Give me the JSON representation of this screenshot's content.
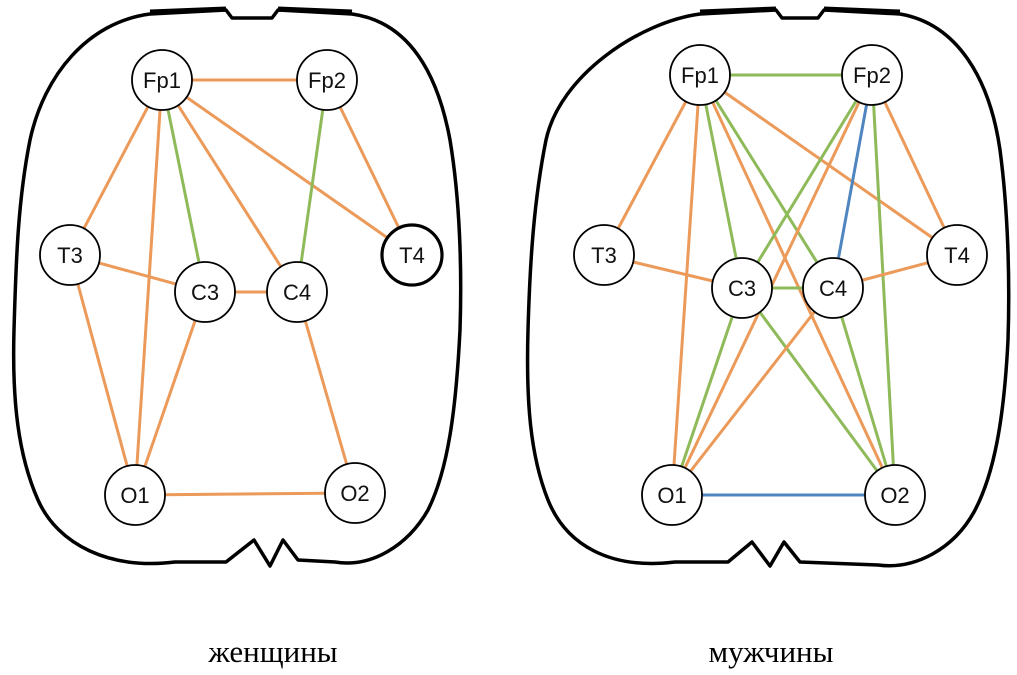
{
  "colors": {
    "orange": "#ec9a5a",
    "green": "#8fba5a",
    "blue": "#4f86c0",
    "outline": "#000000",
    "node_fill": "#ffffff"
  },
  "panels": [
    {
      "id": "left",
      "caption": "женщины",
      "nodes": [
        "Fp1",
        "Fp2",
        "T3",
        "C3",
        "C4",
        "T4",
        "O1",
        "O2"
      ],
      "edges": [
        {
          "from": "Fp1",
          "to": "Fp2",
          "color": "orange"
        },
        {
          "from": "Fp1",
          "to": "T3",
          "color": "orange"
        },
        {
          "from": "Fp1",
          "to": "C3",
          "color": "green"
        },
        {
          "from": "Fp1",
          "to": "C4",
          "color": "orange"
        },
        {
          "from": "Fp1",
          "to": "T4",
          "color": "orange"
        },
        {
          "from": "Fp1",
          "to": "O1",
          "color": "orange"
        },
        {
          "from": "Fp2",
          "to": "C4",
          "color": "green"
        },
        {
          "from": "Fp2",
          "to": "T4",
          "color": "orange"
        },
        {
          "from": "T3",
          "to": "C3",
          "color": "orange"
        },
        {
          "from": "T3",
          "to": "O1",
          "color": "orange"
        },
        {
          "from": "C3",
          "to": "C4",
          "color": "orange"
        },
        {
          "from": "C3",
          "to": "O1",
          "color": "orange"
        },
        {
          "from": "C4",
          "to": "O2",
          "color": "orange"
        },
        {
          "from": "O1",
          "to": "O2",
          "color": "orange"
        }
      ]
    },
    {
      "id": "right",
      "caption": "мужчины",
      "nodes": [
        "Fp1",
        "Fp2",
        "T3",
        "C3",
        "C4",
        "T4",
        "O1",
        "O2"
      ],
      "edges": [
        {
          "from": "Fp1",
          "to": "Fp2",
          "color": "green"
        },
        {
          "from": "Fp1",
          "to": "T3",
          "color": "orange"
        },
        {
          "from": "Fp1",
          "to": "O1",
          "color": "orange"
        },
        {
          "from": "Fp1",
          "to": "C3",
          "color": "green"
        },
        {
          "from": "Fp1",
          "to": "C4",
          "color": "green"
        },
        {
          "from": "Fp1",
          "to": "T4",
          "color": "orange"
        },
        {
          "from": "Fp1",
          "to": "O2",
          "color": "orange"
        },
        {
          "from": "Fp2",
          "to": "C3",
          "color": "green"
        },
        {
          "from": "Fp2",
          "to": "C4",
          "color": "blue"
        },
        {
          "from": "Fp2",
          "to": "T4",
          "color": "orange"
        },
        {
          "from": "Fp2",
          "to": "O1",
          "color": "orange"
        },
        {
          "from": "Fp2",
          "to": "O2",
          "color": "green"
        },
        {
          "from": "T3",
          "to": "C3",
          "color": "orange"
        },
        {
          "from": "C3",
          "to": "C4",
          "color": "green"
        },
        {
          "from": "C3",
          "to": "O1",
          "color": "green"
        },
        {
          "from": "C3",
          "to": "O2",
          "color": "green"
        },
        {
          "from": "C4",
          "to": "T4",
          "color": "orange"
        },
        {
          "from": "C4",
          "to": "O1",
          "color": "orange"
        },
        {
          "from": "C4",
          "to": "O2",
          "color": "green"
        },
        {
          "from": "O1",
          "to": "O2",
          "color": "blue"
        }
      ]
    }
  ]
}
